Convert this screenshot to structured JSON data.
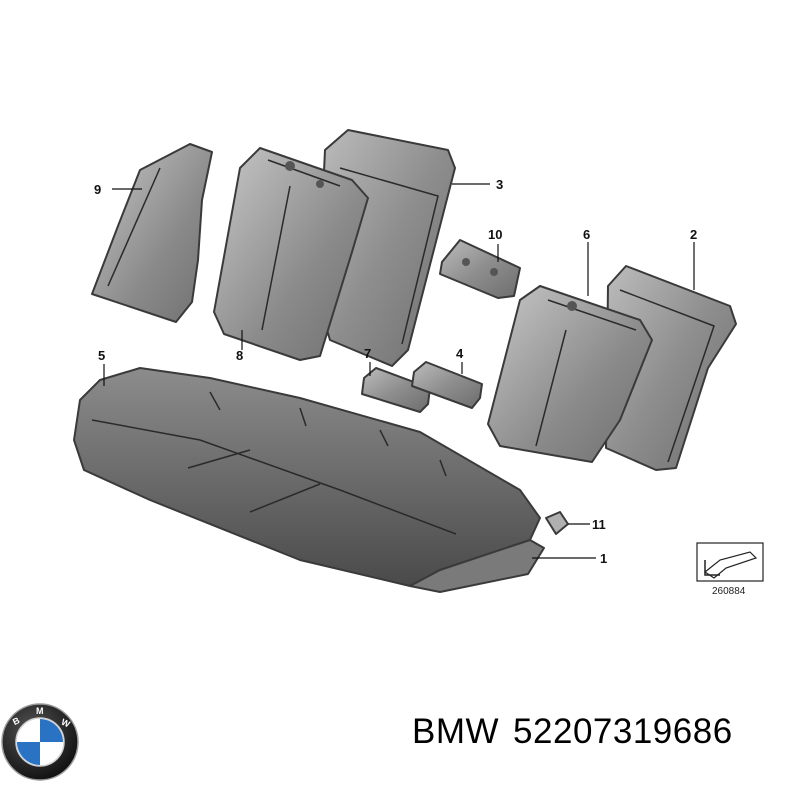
{
  "diagram": {
    "callouts": [
      "1",
      "2",
      "3",
      "4",
      "5",
      "6",
      "7",
      "8",
      "9",
      "10",
      "11"
    ],
    "reference_code": "260884"
  },
  "caption": {
    "brand": "BMW",
    "part_number": "52207319686"
  },
  "logo": {
    "lettering": "BMW",
    "colors": {
      "ring": "#1a1a1a",
      "blue": "#2a72c4",
      "white": "#ffffff"
    }
  }
}
